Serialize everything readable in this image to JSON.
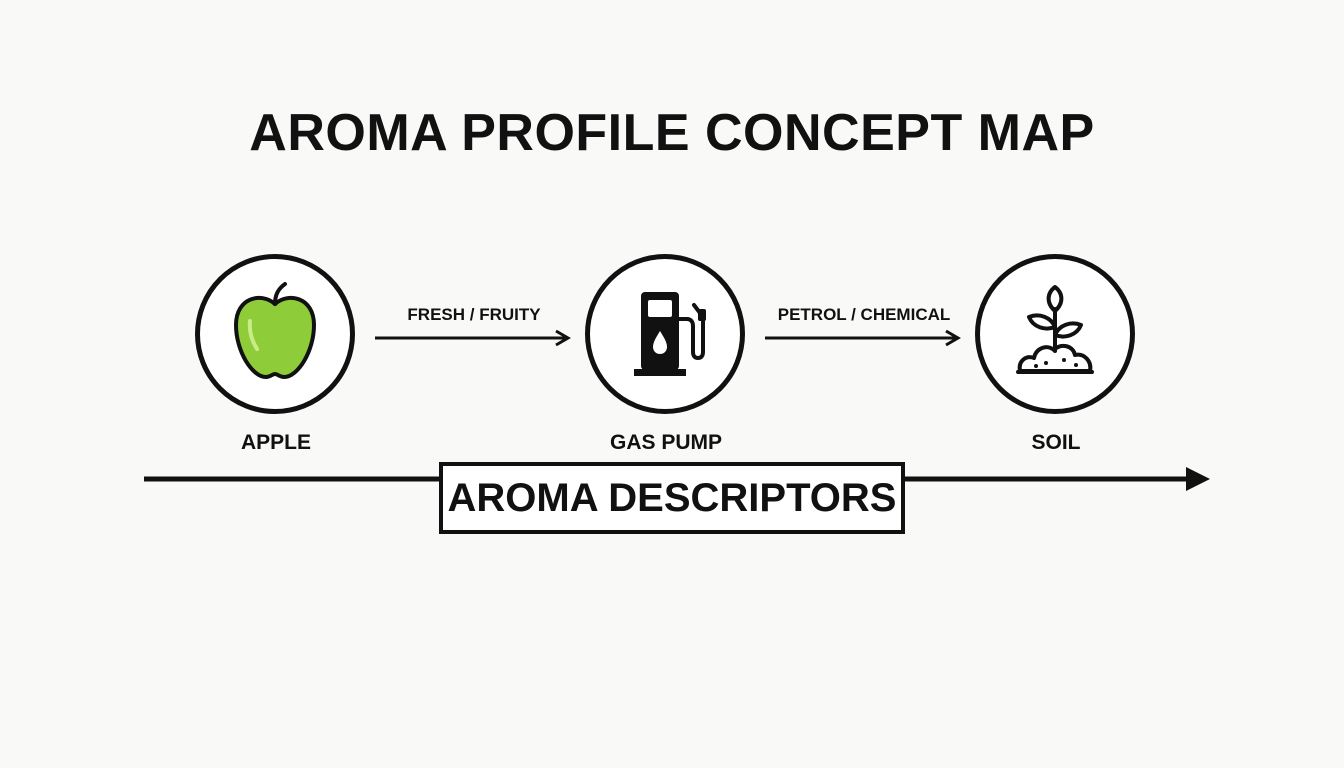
{
  "title": "AROMA PROFILE CONCEPT MAP",
  "nodes": [
    {
      "label": "APPLE",
      "icon": "apple-icon"
    },
    {
      "label": "GAS PUMP",
      "icon": "gas-pump-icon"
    },
    {
      "label": "SOIL",
      "icon": "soil-sprout-icon"
    }
  ],
  "edges": [
    {
      "label": "FRESH / FRUITY"
    },
    {
      "label": "PETROL / CHEMICAL"
    }
  ],
  "axis": {
    "label": "AROMA DESCRIPTORS"
  },
  "colors": {
    "ink": "#111111",
    "apple_green": "#8fcc3a",
    "background": "#f9f9f8"
  }
}
